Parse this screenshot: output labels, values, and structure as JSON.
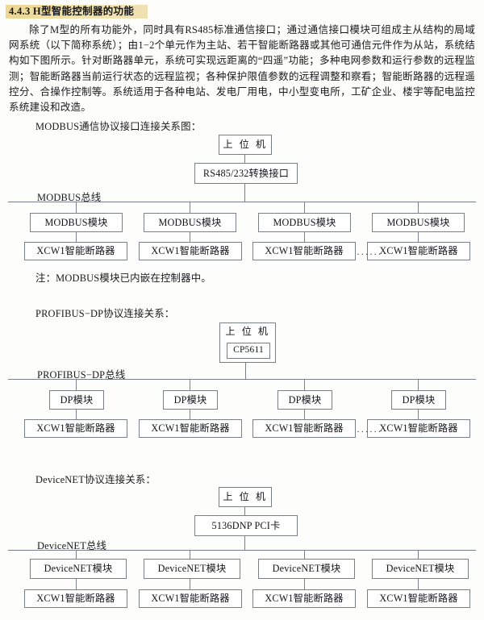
{
  "heading": {
    "number": "4.4.3",
    "title": "4.4.3  H型智能控制器的功能",
    "highlight_color": "#f0dc9a"
  },
  "paragraph": {
    "text": "除了M型的所有功能外，同时具有RS485标准通信接口；通过通信接口模块可组成主从结构的局域网系统（以下简称系统）；由1−2个单元作为主站、若干智能断路器或其他可通信元件作为从站，系统结构如下图所示。针对断路器单元，系统可实现远距离的“四遥”功能；多种电网参数和运行参数的远程监测；智能断路器当前运行状态的远程监视；各种保护限值参数的远程调整和察看；智能断路器的远程遥控分、合操作控制等。系统适用于各种电站、发电厂用电，中小型变电所，工矿企业、楼宇等配电监控系统建设和改造。"
  },
  "diagrams": [
    {
      "id": "modbus",
      "caption": "MODBUS通信协议接口连接关系图：",
      "host": "上 位 机",
      "adapter": "RS485/232转换接口",
      "bus_label": "MODBUS总线",
      "module_label": "MODBUS模块",
      "device_label": "XCW1智能断路器",
      "modules": [
        "MODBUS模块",
        "MODBUS模块",
        "MODBUS模块",
        "MODBUS模块"
      ],
      "devices": [
        "XCW1智能断路器",
        "XCW1智能断路器",
        "XCW1智能断路器",
        "XCW1智能断路器"
      ],
      "ellipsis": "······",
      "has_ellipsis": true,
      "note": "注：MODBUS模块已内嵌在控制器中。"
    },
    {
      "id": "profibus",
      "caption": "PROFIBUS−DP协议连接关系：",
      "host": "上 位 机",
      "adapter": "CP5611",
      "bus_label": "PROFIBUS−DP总线",
      "module_label": "DP模块",
      "device_label": "XCW1智能断路器",
      "modules": [
        "DP模块",
        "DP模块",
        "DP模块",
        "DP模块"
      ],
      "devices": [
        "XCW1智能断路器",
        "XCW1智能断路器",
        "XCW1智能断路器",
        "XCW1智能断路器"
      ],
      "ellipsis": "······",
      "has_ellipsis": true,
      "note": ""
    },
    {
      "id": "devicenet",
      "caption": "DeviceNET协议连接关系：",
      "host": "上 位 机",
      "adapter": "5136DNP  PCI卡",
      "bus_label": "DeviceNET总线",
      "module_label": "DeviceNET模块",
      "device_label": "XCW1智能断路器",
      "modules": [
        "DeviceNET模块",
        "DeviceNET模块",
        "DeviceNET模块",
        "DeviceNET模块"
      ],
      "devices": [
        "XCW1智能断路器",
        "XCW1智能断路器",
        "XCW1智能断路器",
        "XCW1智能断路器"
      ],
      "ellipsis": "",
      "has_ellipsis": false,
      "note": ""
    }
  ]
}
